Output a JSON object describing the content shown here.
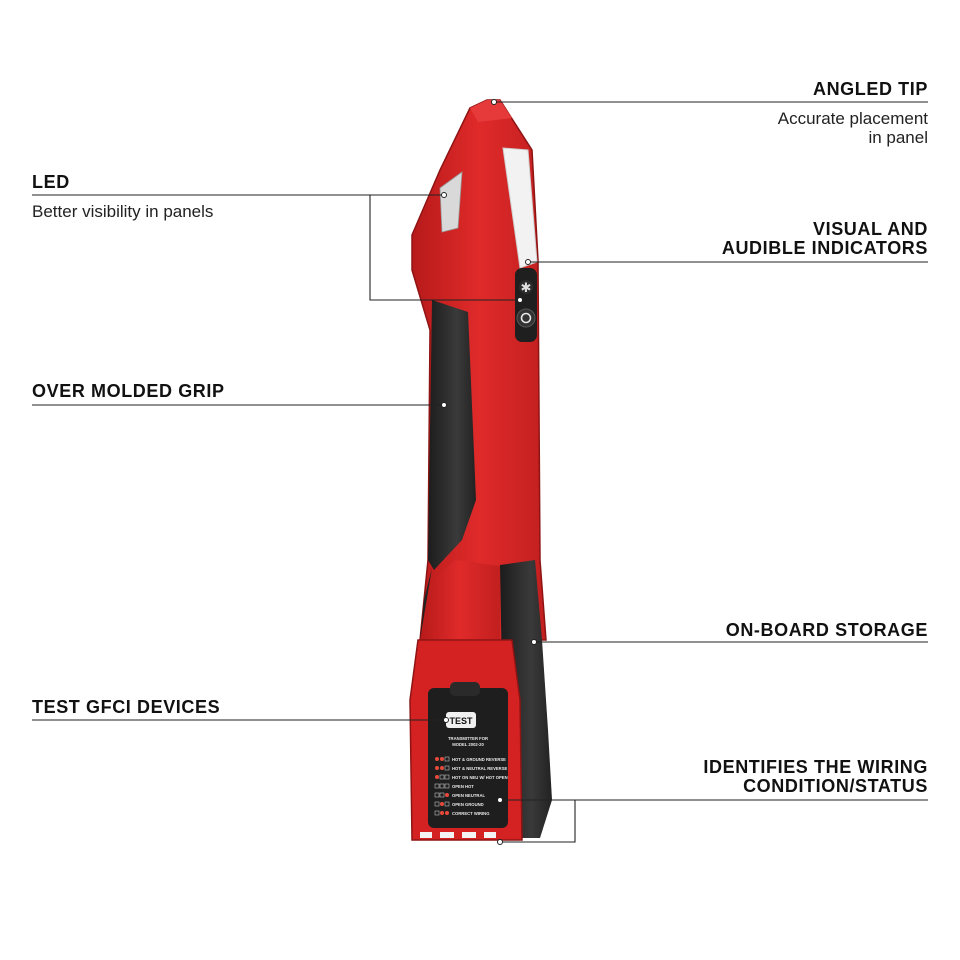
{
  "callouts": {
    "angled_tip": {
      "title": "ANGLED TIP",
      "desc_line1": "Accurate placement",
      "desc_line2": "in panel"
    },
    "led": {
      "title": "LED",
      "desc": "Better visibility in panels"
    },
    "visual_audible": {
      "title_line1": "VISUAL AND",
      "title_line2": "AUDIBLE INDICATORS"
    },
    "grip": {
      "title": "OVER MOLDED GRIP"
    },
    "storage": {
      "title": "ON-BOARD STORAGE"
    },
    "gfci": {
      "title": "TEST GFCI DEVICES"
    },
    "wiring": {
      "title_line1": "IDENTIFIES THE WIRING",
      "title_line2": "CONDITION/STATUS"
    }
  },
  "device": {
    "test_button_label": "TEST",
    "panel_header_line1": "TRANSMITTER FOR",
    "panel_header_line2": "MODEL 2002-20",
    "legend_rows": [
      "HOT & GROUND REVERSE",
      "HOT & NEUTRAL REVERSE",
      "HOT ON NEU W/ HOT OPEN",
      "OPEN HOT",
      "OPEN NEUTRAL",
      "OPEN GROUND",
      "CORRECT WIRING"
    ]
  },
  "colors": {
    "body_red": "#d42222",
    "grip_black": "#2b2b2b",
    "lens_white": "#f2f2f2",
    "leader_line": "#222222"
  }
}
